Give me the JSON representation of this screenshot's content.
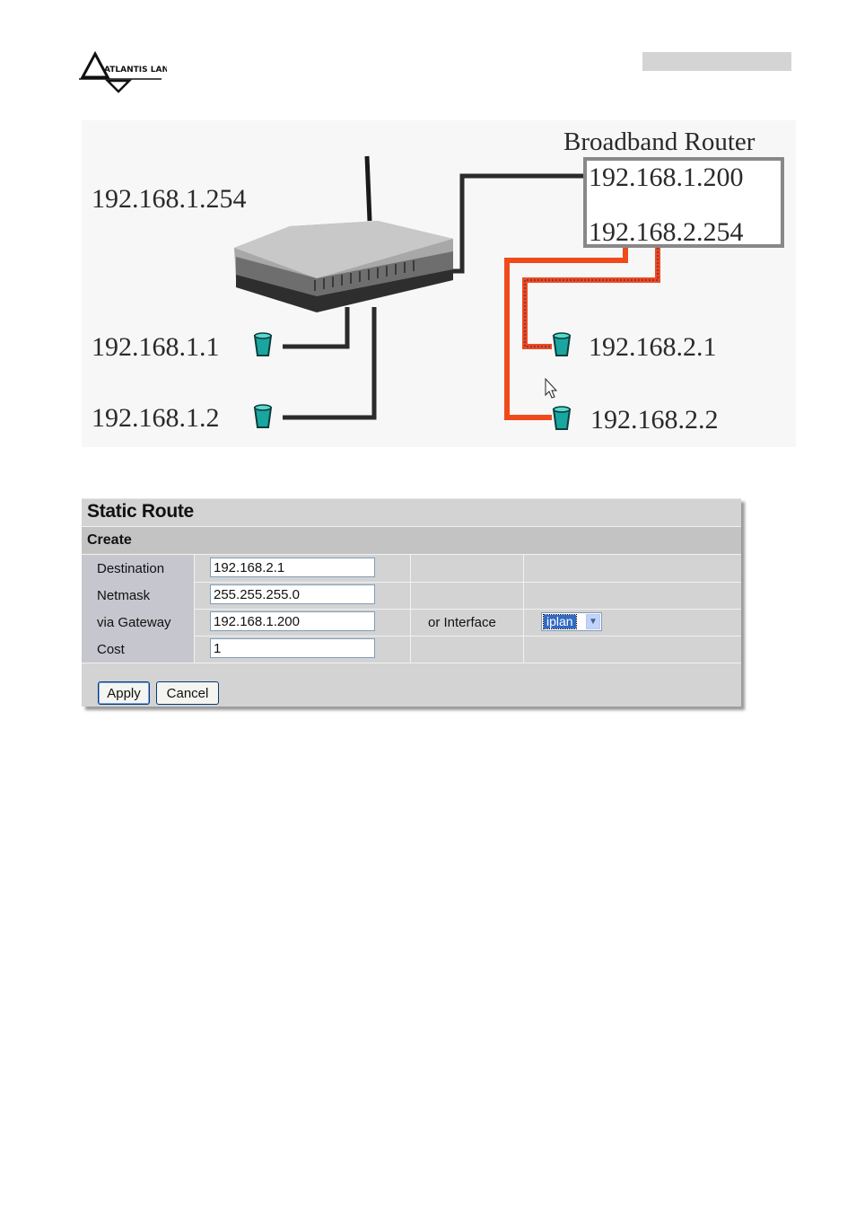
{
  "header": {
    "logo_text": "ATLANTIS LAND"
  },
  "diagram": {
    "router_label": "Broadband Router",
    "router_ip_wan": "192.168.1.200",
    "router_ip_lan": "192.168.2.254",
    "gateway_ip": "192.168.1.254",
    "hosts_left": [
      "192.168.1.1",
      "192.168.1.2"
    ],
    "hosts_right": [
      "192.168.2.1",
      "192.168.2.2"
    ],
    "colors": {
      "wire": "#2b2b2b",
      "route": "#f04a1c",
      "router_box": "#888888"
    }
  },
  "form": {
    "title": "Static Route",
    "section": "Create",
    "fields": {
      "destination": {
        "label": "Destination",
        "value": "192.168.2.1"
      },
      "netmask": {
        "label": "Netmask",
        "value": "255.255.255.0"
      },
      "gateway": {
        "label": "via Gateway",
        "value": "192.168.1.200"
      },
      "cost": {
        "label": "Cost",
        "value": "1"
      }
    },
    "interface": {
      "label": "or Interface",
      "selected": "iplan"
    },
    "buttons": {
      "apply": "Apply",
      "cancel": "Cancel"
    }
  }
}
